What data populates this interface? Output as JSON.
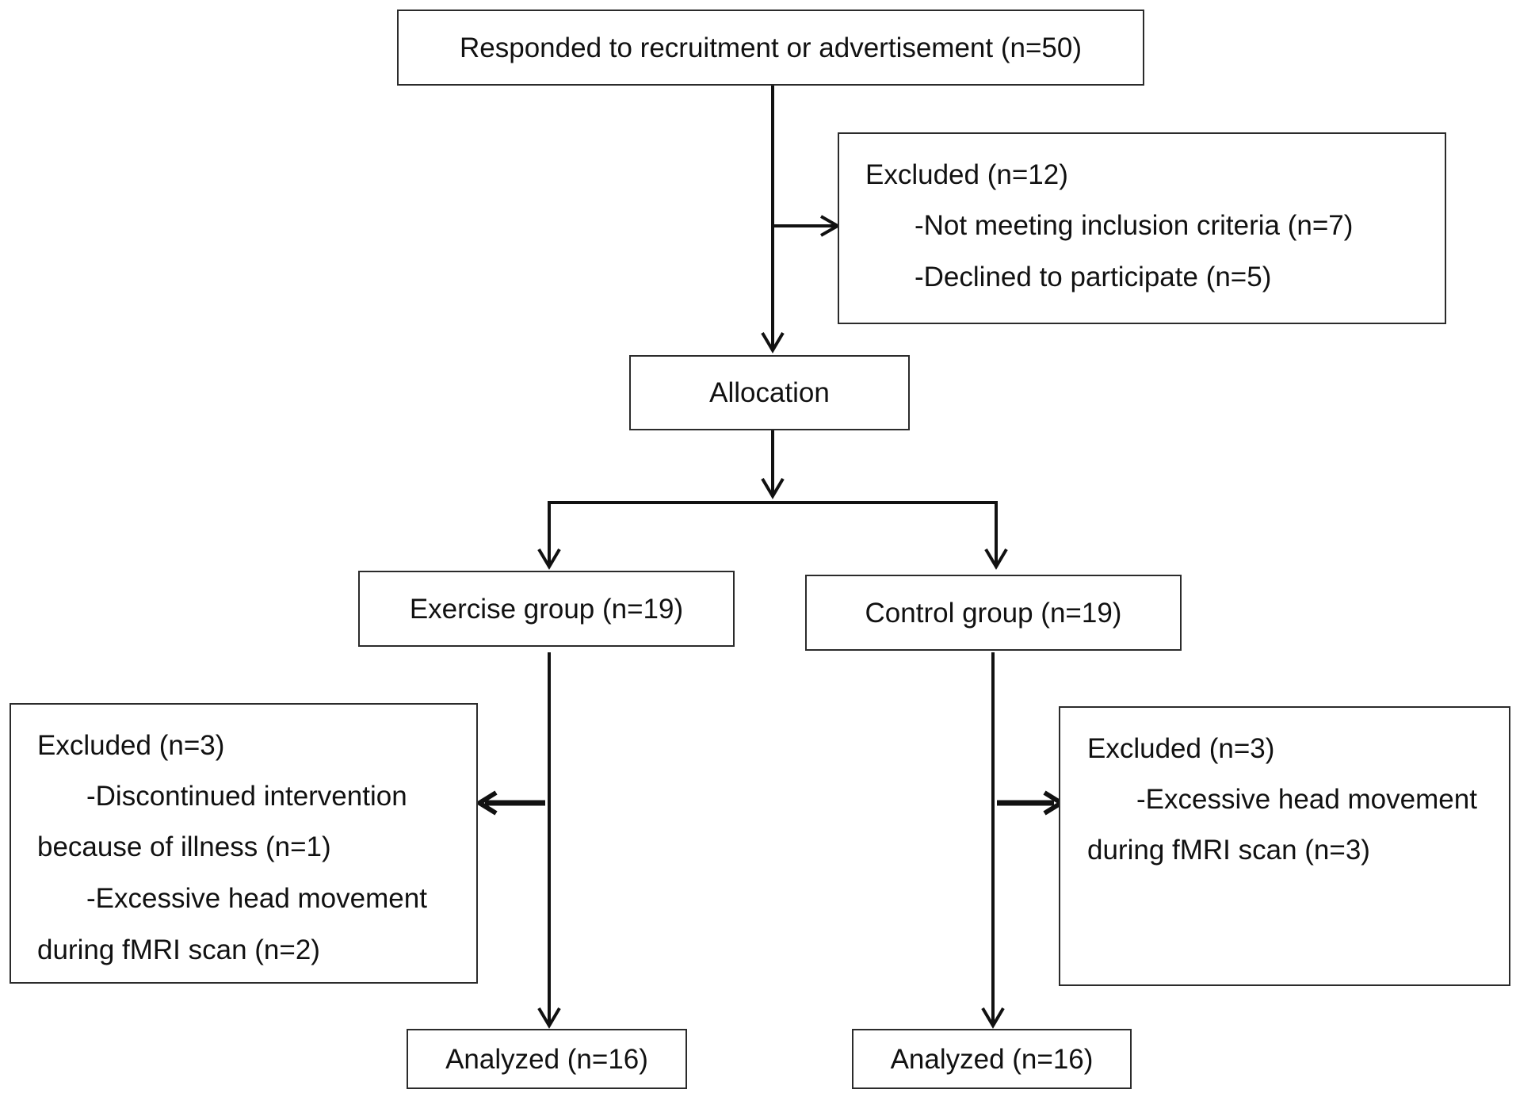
{
  "boxes": {
    "start": "Responded to recruitment or advertisement (n=50)",
    "excluded_top": {
      "title": "Excluded (n=12)",
      "item1": "-Not meeting inclusion criteria (n=7)",
      "item2": "-Declined to participate (n=5)"
    },
    "allocation": "Allocation",
    "exercise": "Exercise group (n=19)",
    "control": "Control group (n=19)",
    "excluded_left": {
      "title": "Excluded (n=3)",
      "line1": "-Discontinued intervention",
      "line2": "because of illness (n=1)",
      "line3": "-Excessive head movement",
      "line4": "during fMRI scan (n=2)"
    },
    "excluded_right": {
      "title": "Excluded (n=3)",
      "line1": "-Excessive head movement",
      "line2": "during fMRI scan (n=3)"
    },
    "analyzed_left": "Analyzed (n=16)",
    "analyzed_right": "Analyzed (n=16)"
  }
}
